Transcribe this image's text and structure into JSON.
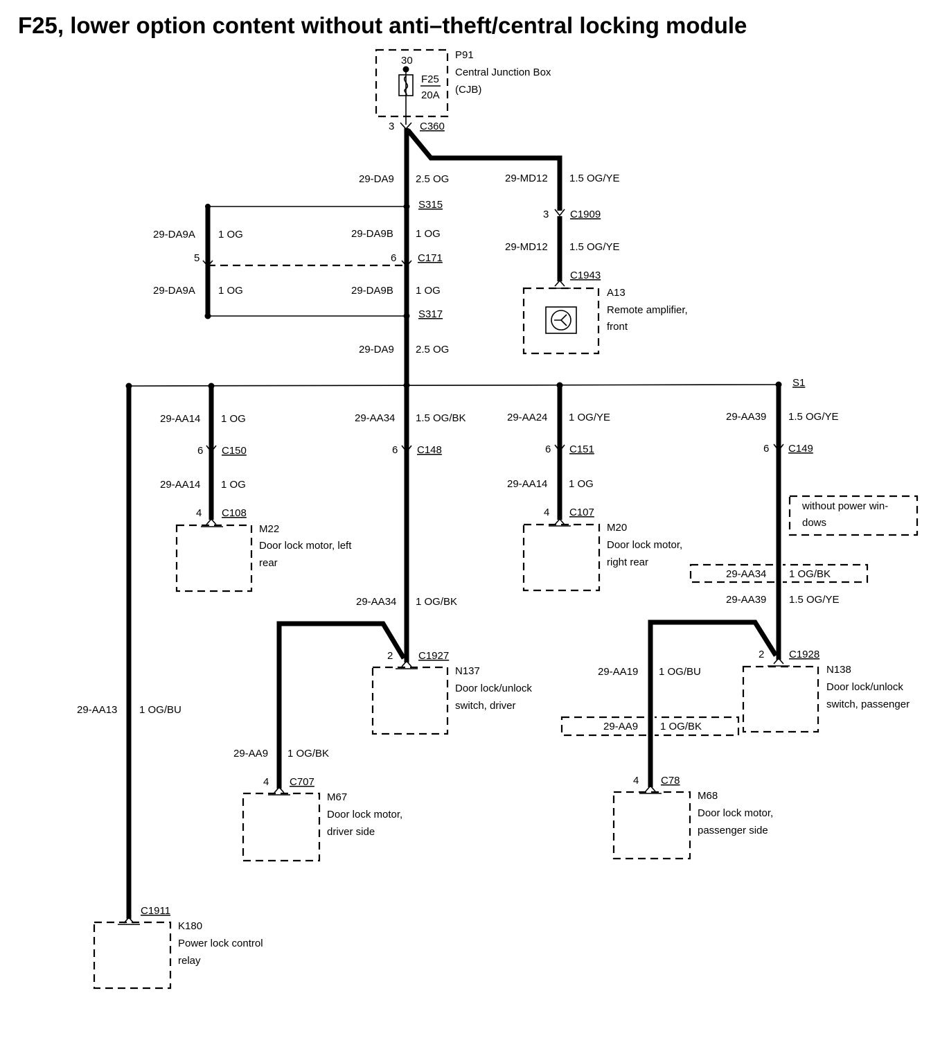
{
  "title": "F25, lower option content without anti–theft/central locking module",
  "components": {
    "p91": {
      "id": "P91",
      "name_line1": "Central Junction Box",
      "name_line2": "(CJB)",
      "pin_top": "30",
      "fuse_name": "F25",
      "fuse_rating": "20A"
    },
    "a13": {
      "id": "A13",
      "name_line1": "Remote amplifier,",
      "name_line2": "front"
    },
    "m22": {
      "id": "M22",
      "name_line1": "Door lock motor, left",
      "name_line2": "rear"
    },
    "m20": {
      "id": "M20",
      "name_line1": "Door lock motor,",
      "name_line2": "right rear"
    },
    "n137": {
      "id": "N137",
      "name_line1": "Door lock/unlock",
      "name_line2": "switch, driver"
    },
    "n138": {
      "id": "N138",
      "name_line1": "Door lock/unlock",
      "name_line2": "switch, passenger"
    },
    "m67": {
      "id": "M67",
      "name_line1": "Door lock motor,",
      "name_line2": "driver side"
    },
    "m68": {
      "id": "M68",
      "name_line1": "Door lock motor,",
      "name_line2": "passenger side"
    },
    "k180": {
      "id": "K180",
      "name_line1": "Power lock control",
      "name_line2": "relay"
    }
  },
  "connectors": {
    "c360": {
      "name": "C360",
      "pin": "3"
    },
    "c1909": {
      "name": "C1909",
      "pin": "3"
    },
    "c1943": {
      "name": "C1943"
    },
    "c171": {
      "name": "C171",
      "pin_left": "5",
      "pin_right": "6"
    },
    "c150": {
      "name": "C150",
      "pin": "6"
    },
    "c148": {
      "name": "C148",
      "pin": "6"
    },
    "c151": {
      "name": "C151",
      "pin": "6"
    },
    "c149": {
      "name": "C149",
      "pin": "6"
    },
    "c108": {
      "name": "C108",
      "pin": "4"
    },
    "c107": {
      "name": "C107",
      "pin": "4"
    },
    "c1927": {
      "name": "C1927",
      "pin": "2"
    },
    "c1928": {
      "name": "C1928",
      "pin": "2"
    },
    "c707": {
      "name": "C707",
      "pin": "4"
    },
    "c78": {
      "name": "C78",
      "pin": "4"
    },
    "c1911": {
      "name": "C1911"
    }
  },
  "splices": {
    "s315": "S315",
    "s317": "S317",
    "s1": "S1"
  },
  "wires": {
    "da9_top": {
      "circuit": "29-DA9",
      "spec": "2.5 OG"
    },
    "md12_top": {
      "circuit": "29-MD12",
      "spec": "1.5 OG/YE"
    },
    "md12_bottom": {
      "circuit": "29-MD12",
      "spec": "1.5 OG/YE"
    },
    "da9a_top": {
      "circuit": "29-DA9A",
      "spec": "1 OG"
    },
    "da9b_top": {
      "circuit": "29-DA9B",
      "spec": "1 OG"
    },
    "da9a_bottom": {
      "circuit": "29-DA9A",
      "spec": "1 OG"
    },
    "da9b_bottom": {
      "circuit": "29-DA9B",
      "spec": "1 OG"
    },
    "da9_bottom": {
      "circuit": "29-DA9",
      "spec": "2.5 OG"
    },
    "aa14_top": {
      "circuit": "29-AA14",
      "spec": "1 OG"
    },
    "aa14_bottom": {
      "circuit": "29-AA14",
      "spec": "1 OG"
    },
    "aa34_top": {
      "circuit": "29-AA34",
      "spec": "1.5 OG/BK"
    },
    "aa34_bottom": {
      "circuit": "29-AA34",
      "spec": "1 OG/BK"
    },
    "aa24": {
      "circuit": "29-AA24",
      "spec": "1 OG/YE"
    },
    "aa14_right": {
      "circuit": "29-AA14",
      "spec": "1 OG"
    },
    "aa39_top": {
      "circuit": "29-AA39",
      "spec": "1.5 OG/YE"
    },
    "aa34_option": {
      "circuit": "29-AA34",
      "spec": "1 OG/BK"
    },
    "aa39_bottom": {
      "circuit": "29-AA39",
      "spec": "1.5 OG/YE"
    },
    "aa19": {
      "circuit": "29-AA19",
      "spec": "1 OG/BU"
    },
    "aa9_option": {
      "circuit": "29-AA9",
      "spec": "1 OG/BK"
    },
    "aa9": {
      "circuit": "29-AA9",
      "spec": "1 OG/BK"
    },
    "aa13": {
      "circuit": "29-AA13",
      "spec": "1 OG/BU"
    }
  },
  "notes": {
    "option_line1": "without power win-",
    "option_line2": "dows"
  }
}
